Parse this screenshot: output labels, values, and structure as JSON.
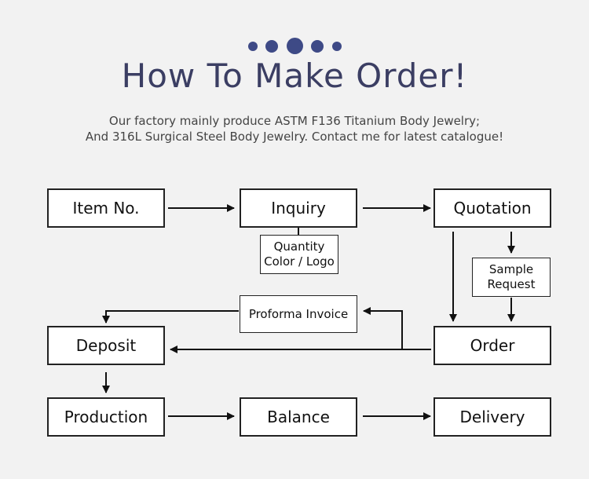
{
  "header": {
    "title": "How To Make Order!",
    "subtitle_line1": "Our factory mainly produce ASTM F136 Titanium Body Jewelry;",
    "subtitle_line2": "And 316L Surgical Steel Body Jewelry. Contact me for latest catalogue!"
  },
  "colors": {
    "accent": "#3b3e63",
    "dot": "#3e4a86"
  },
  "flow": {
    "item_no": "Item No.",
    "inquiry": "Inquiry",
    "inquiry_note_line1": "Quantity",
    "inquiry_note_line2": "Color / Logo",
    "quotation": "Quotation",
    "sample_line1": "Sample",
    "sample_line2": "Request",
    "proforma": "Proforma Invoice",
    "order": "Order",
    "deposit": "Deposit",
    "production": "Production",
    "balance": "Balance",
    "delivery": "Delivery"
  }
}
